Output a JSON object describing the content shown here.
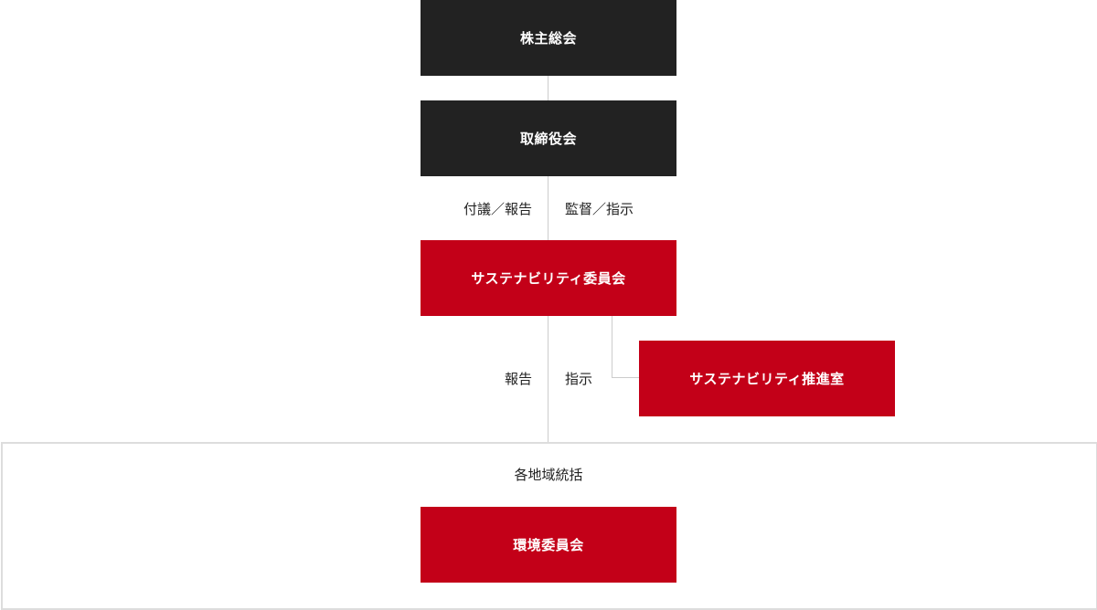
{
  "nodes": {
    "shareholders_meeting": "株主総会",
    "board_of_directors": "取締役会",
    "sustainability_committee": "サステナビリティ委員会",
    "sustainability_office": "サステナビリティ推進室",
    "environment_committee": "環境委員会"
  },
  "group": {
    "title": "各地域統括"
  },
  "edge_labels": {
    "board_left": "付議／報告",
    "board_right": "監督／指示",
    "committee_left": "報告",
    "committee_right": "指示"
  },
  "colors": {
    "dark_box": "#222222",
    "red_box": "#c30018",
    "connector": "#cccccc",
    "frame": "#dddddd"
  }
}
